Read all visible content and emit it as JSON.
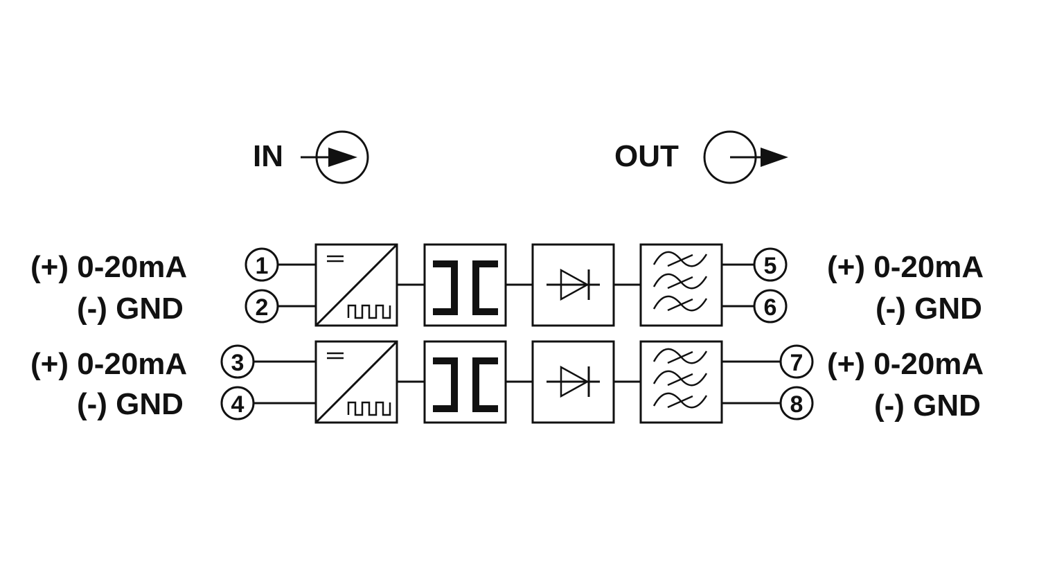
{
  "legend": {
    "in_label": "IN",
    "out_label": "OUT"
  },
  "channels": [
    {
      "inputs": [
        {
          "terminal": "1",
          "label": "(+) 0-20mA"
        },
        {
          "terminal": "2",
          "label": "(-) GND"
        }
      ],
      "outputs": [
        {
          "terminal": "5",
          "label": "(+) 0-20mA"
        },
        {
          "terminal": "6",
          "label": "(-) GND"
        }
      ]
    },
    {
      "inputs": [
        {
          "terminal": "3",
          "label": "(+) 0-20mA"
        },
        {
          "terminal": "4",
          "label": "(-) GND"
        }
      ],
      "outputs": [
        {
          "terminal": "7",
          "label": "(+) 0-20mA"
        },
        {
          "terminal": "8",
          "label": "(-) GND"
        }
      ]
    }
  ],
  "blocks": [
    {
      "icon": "dc-to-pulse-converter-icon"
    },
    {
      "icon": "galvanic-isolation-icon"
    },
    {
      "icon": "rectifier-diode-icon"
    },
    {
      "icon": "low-pass-filter-icon"
    }
  ],
  "colors": {
    "line": "#111111",
    "background": "#ffffff"
  }
}
